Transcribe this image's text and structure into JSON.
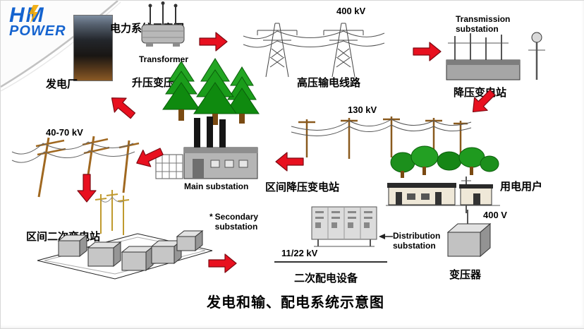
{
  "page": {
    "heading": "电力系统示意图",
    "bottom_title": "发电和输、配电系统示意图"
  },
  "logo": {
    "hm": "HM",
    "power": "POWER"
  },
  "colors": {
    "arrow_red": "#e8101f",
    "logo_blue": "#1463cf",
    "tree_green": "#1a9c1a",
    "pole_brown": "#a06820"
  },
  "nodes": {
    "power_plant": {
      "cn": "发电厂"
    },
    "step_up_transformer": {
      "en": "Transformer",
      "cn": "升压变压器"
    },
    "hv_transmission": {
      "kv": "400 kV",
      "cn": "高压输电线路"
    },
    "transmission_substation": {
      "en_line1": "Transmission",
      "en_line2": "substation",
      "cn": "降压变电站"
    },
    "subtransmission_line": {
      "kv": "130 kV"
    },
    "main_substation": {
      "en": "Main substation",
      "cn": "区间降压变电站"
    },
    "regional_line": {
      "kv": "40-70 kV"
    },
    "secondary_substation": {
      "cn": "区间二次变电站",
      "mark": "*",
      "en_line1": "Secondary",
      "en_line2": "substation"
    },
    "secondary_distribution": {
      "kv": "11/22 kV",
      "cn": "二次配电设备"
    },
    "distribution_substation": {
      "en_line1": "Distribution",
      "en_line2": "substation"
    },
    "lv_transformer": {
      "cn": "变压器",
      "v": "400 V"
    },
    "consumers": {
      "cn": "用电用户"
    }
  }
}
